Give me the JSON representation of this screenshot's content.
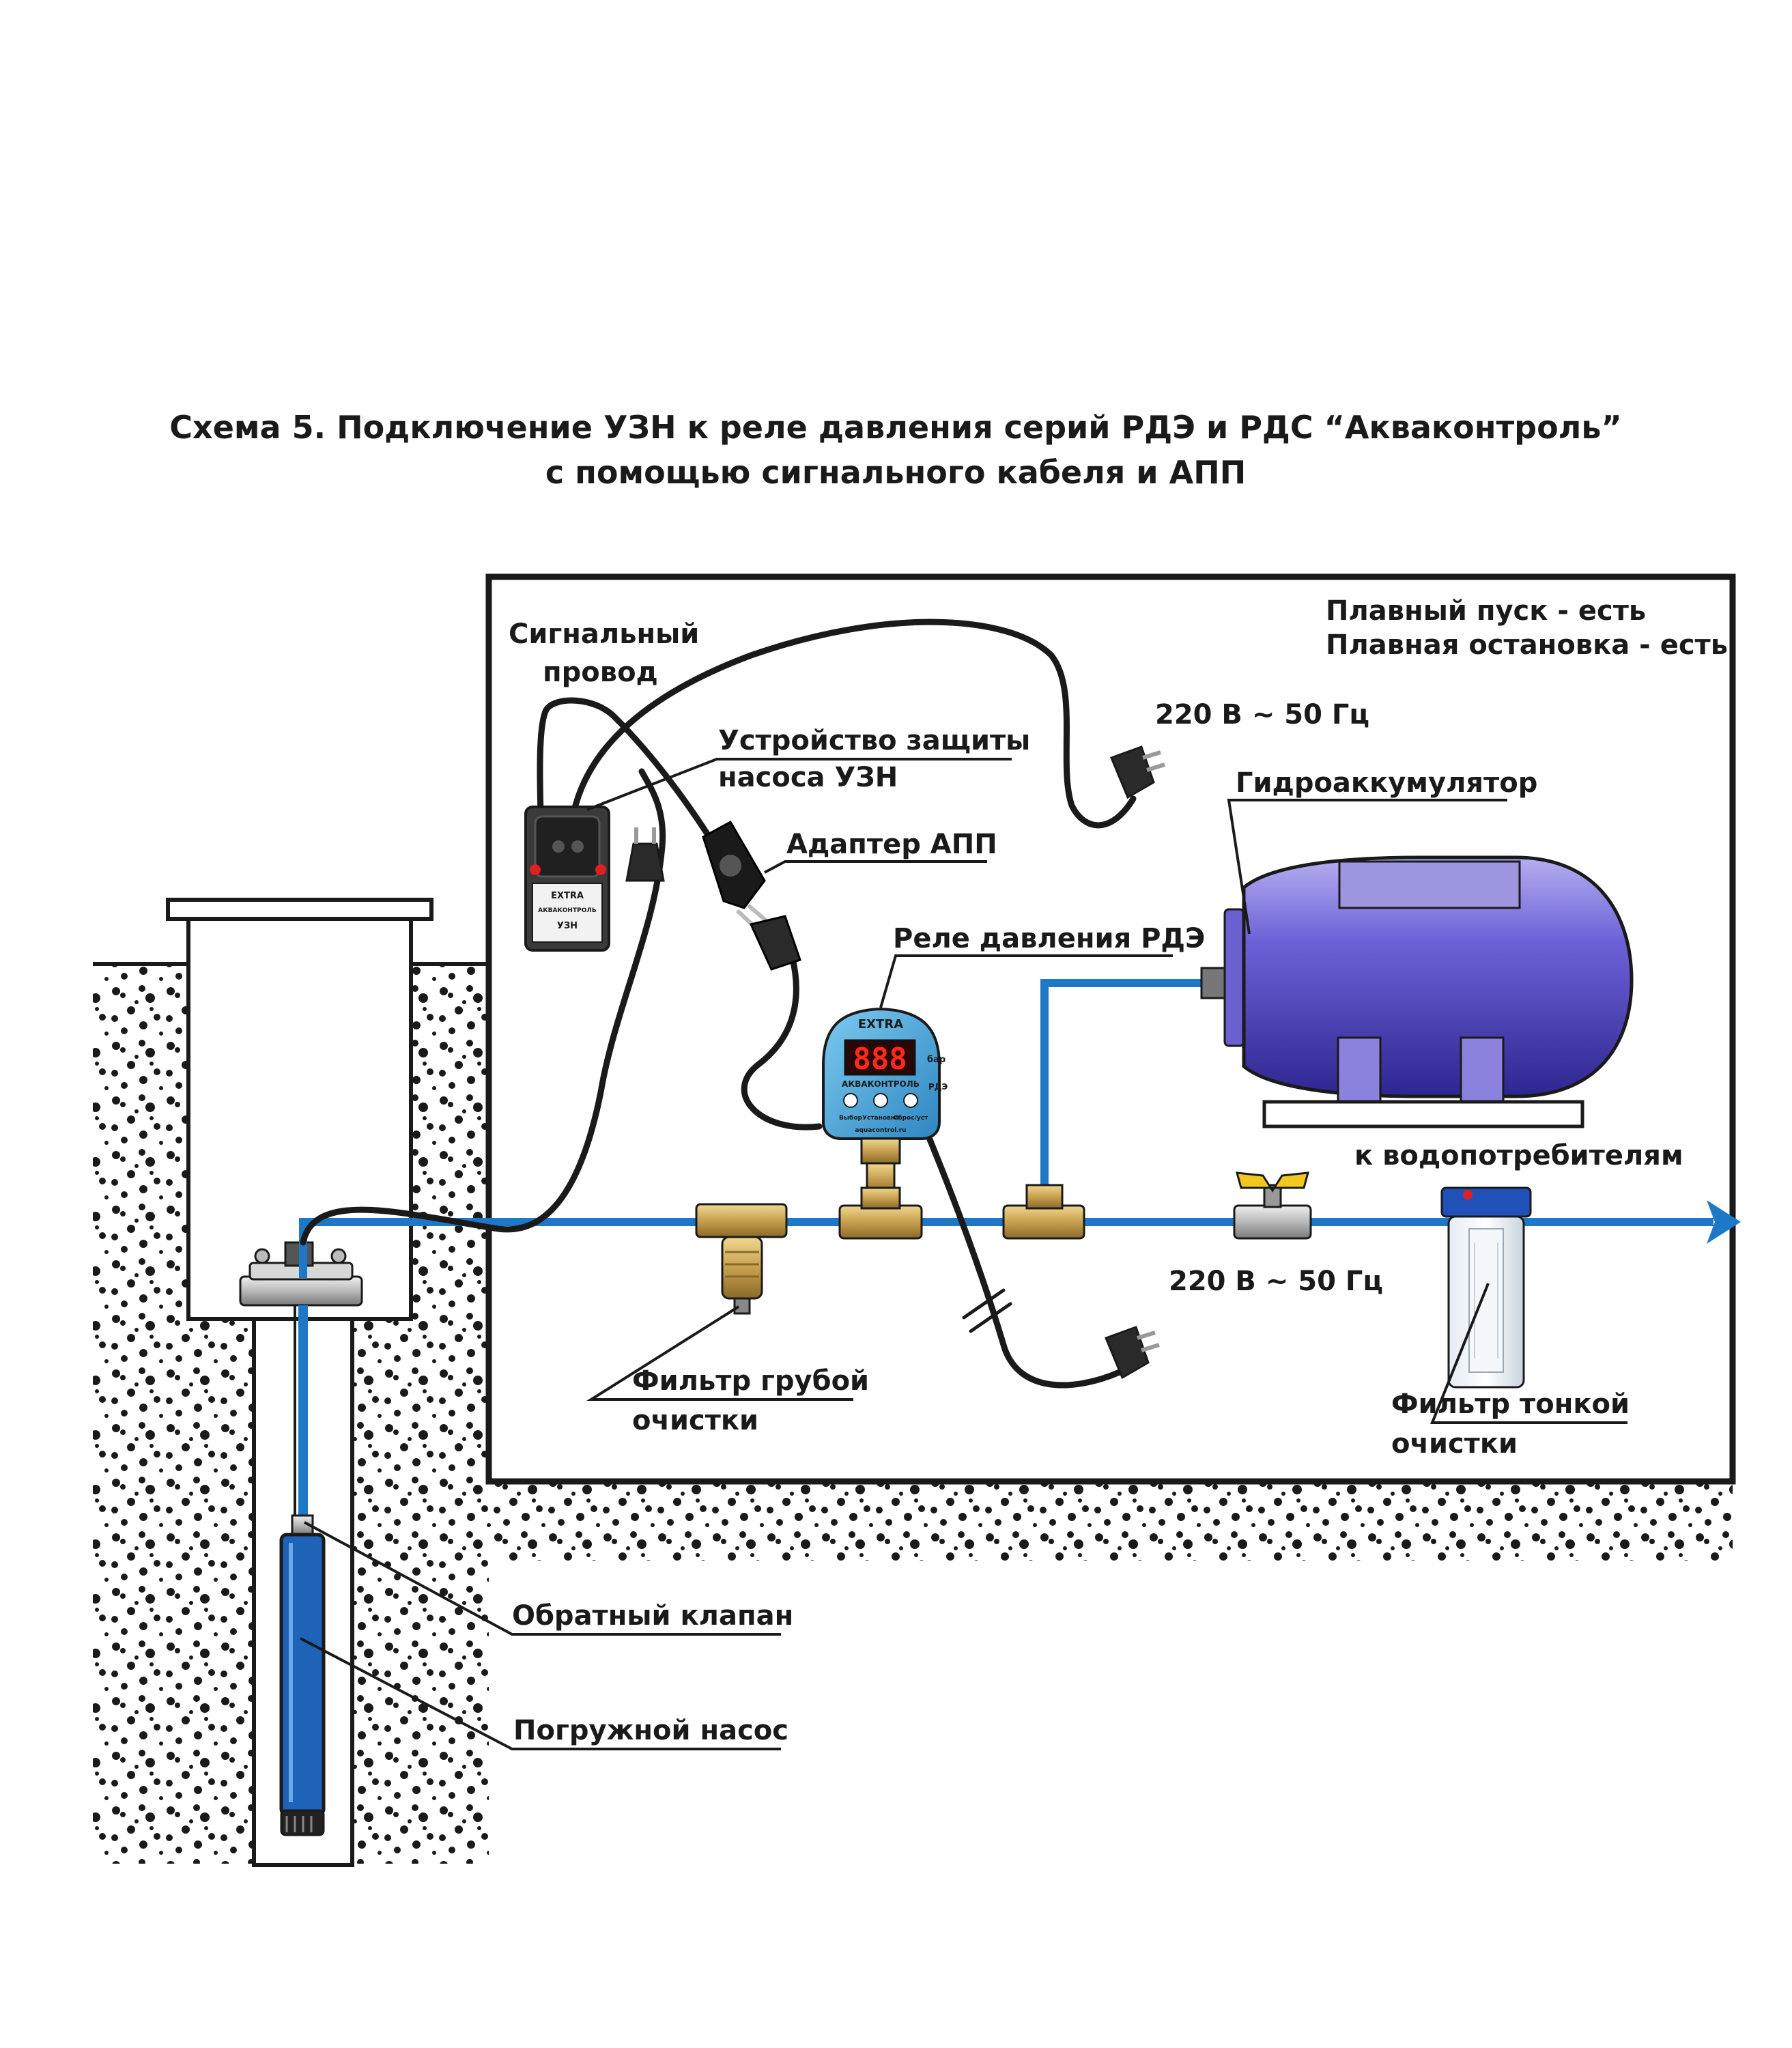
{
  "title": {
    "line1": "Схема 5. Подключение УЗН к реле давления серий РДЭ и РДС “Акваконтроль”",
    "line2": "с помощью сигнального кабеля и АПП"
  },
  "features": {
    "line1": "Плавный пуск - есть",
    "line2": "Плавная остановка - есть"
  },
  "labels": {
    "signal_wire_1": "Сигнальный",
    "signal_wire_2": "провод",
    "uzn_1": "Устройство защиты",
    "uzn_2": "насоса УЗН",
    "adapter": "Адаптер АПП",
    "relay": "Реле давления РДЭ",
    "accumulator": "Гидроаккумулятор",
    "consumers": "к водопотребителям",
    "power_top": "220 В ~ 50 Гц",
    "power_bottom": "220 В ~ 50 Гц",
    "coarse_filter_1": "Фильтр грубой",
    "coarse_filter_2": "очистки",
    "fine_filter_1": "Фильтр тонкой",
    "fine_filter_2": "очистки",
    "check_valve": "Обратный клапан",
    "submersible_pump": "Погружной насос"
  },
  "devices": {
    "relay_brand": "EXTRA",
    "relay_display": "888",
    "relay_unit": "бар",
    "relay_name": "АКВАКОНТРОЛЬ",
    "relay_model": "РДЭ",
    "relay_btn_1": "Выбор",
    "relay_btn_2": "Установка",
    "relay_btn_3": "Сброс/уст",
    "relay_site": "aquacontrol.ru",
    "uzn_brand": "EXTRA",
    "uzn_name": "АКВАКОНТРОЛЬ",
    "uzn_model": "УЗН"
  },
  "colors": {
    "pipe": "#1e78c8",
    "pump": "#1f63b8",
    "tank": "#5a50c8",
    "brass": "#c8a050",
    "relay_body": "#45a8d8",
    "outline": "#1a1a1a"
  }
}
